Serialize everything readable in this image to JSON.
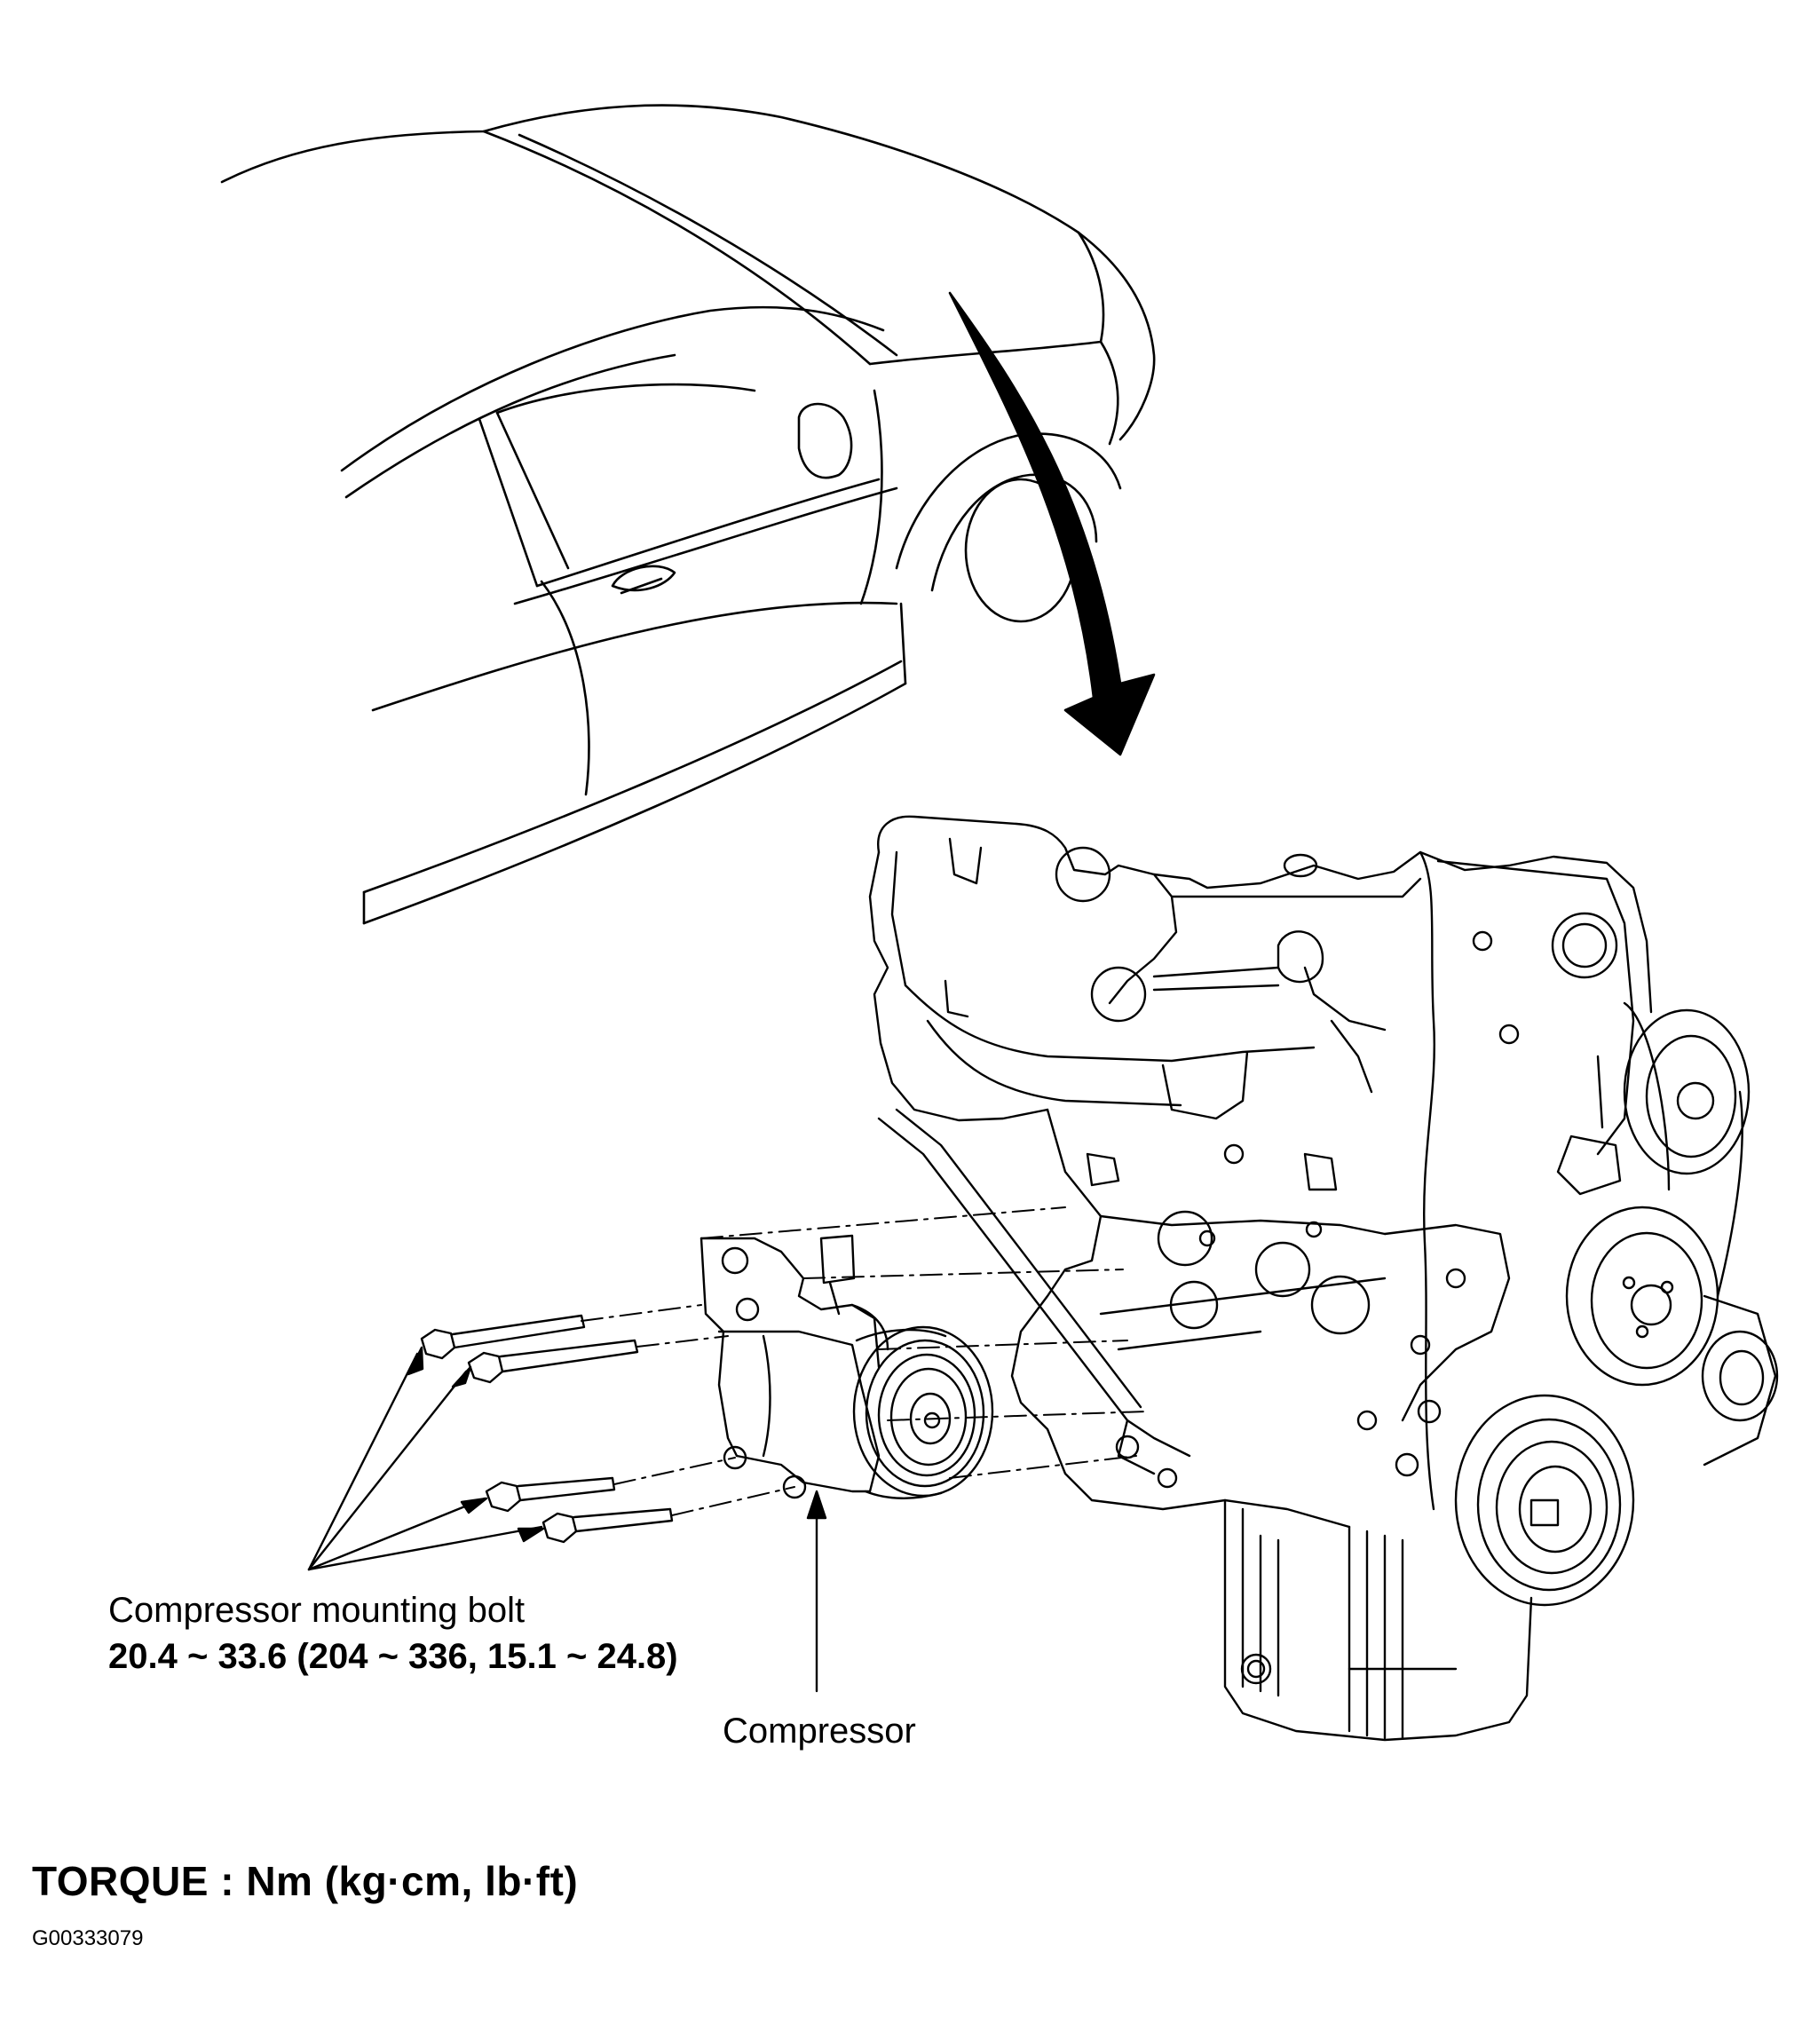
{
  "labels": {
    "bolt_name": "Compressor mounting bolt",
    "bolt_torque": "20.4 ~ 33.6 (204 ~ 336, 15.1 ~ 24.8)",
    "compressor": "Compressor",
    "torque_units": "TORQUE : Nm (kg·cm, lb·ft)",
    "figure_id": "G00333079"
  },
  "colors": {
    "line": "#000000",
    "background": "#ffffff"
  }
}
